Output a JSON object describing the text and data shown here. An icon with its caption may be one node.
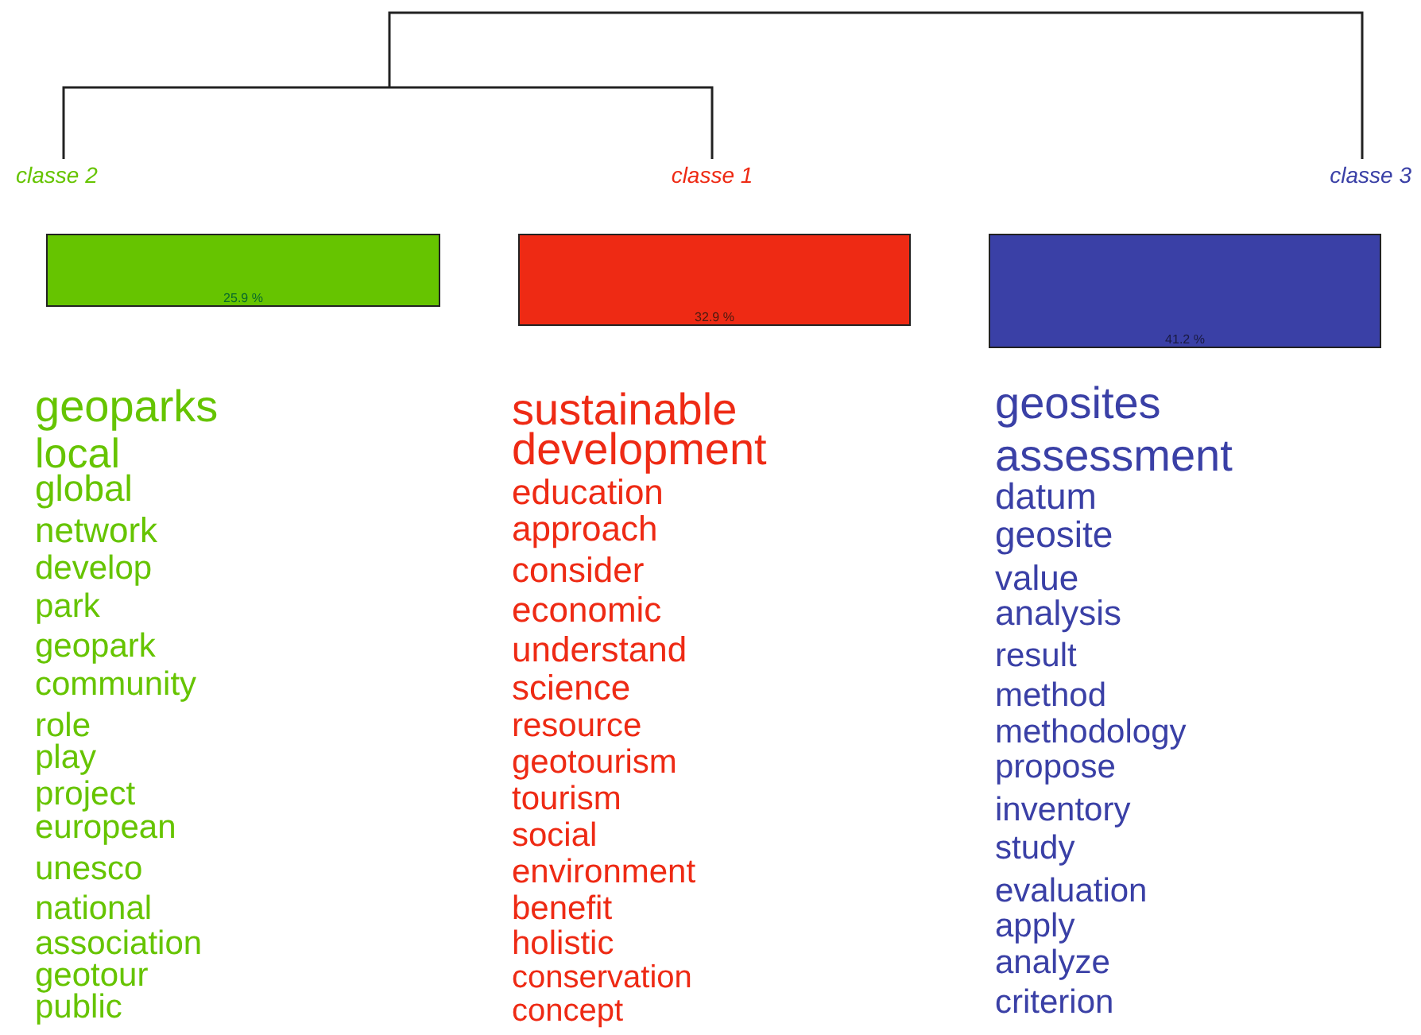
{
  "diagram": {
    "nodes": [
      {
        "text": [
          "classe 2"
        ]
      },
      {
        "text": [
          "classe 1"
        ]
      },
      {
        "text": [
          "classe 3"
        ]
      },
      {
        "text": [
          "25.9 %"
        ]
      },
      {
        "text": [
          "32.9 %"
        ]
      },
      {
        "text": [
          "41.2 %"
        ]
      }
    ],
    "labels": [
      "geoparks",
      "local",
      "global",
      "network",
      "develop",
      "park",
      "geopark",
      "community",
      "role",
      "play",
      "project",
      "european",
      "unesco",
      "national",
      "association",
      "geotour",
      "public",
      "sustainable",
      "development",
      "education",
      "approach",
      "consider",
      "economic",
      "understand",
      "science",
      "resource",
      "geotourism",
      "tourism",
      "social",
      "environment",
      "benefit",
      "holistic",
      "conservation",
      "concept",
      "geosites",
      "assessment",
      "datum",
      "geosite",
      "value",
      "analysis",
      "result",
      "method",
      "methodology",
      "propose",
      "inventory",
      "study",
      "evaluation",
      "apply",
      "analyze",
      "criterion"
    ]
  }
}
